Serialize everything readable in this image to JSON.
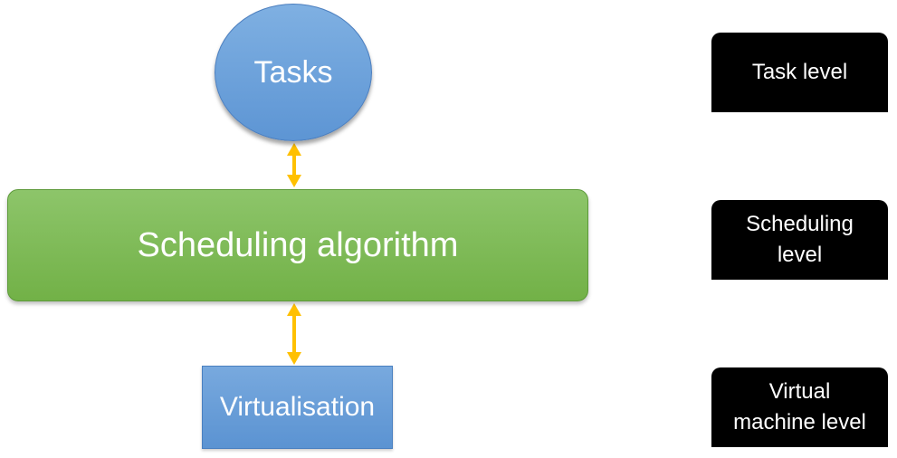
{
  "diagram": {
    "nodes": {
      "tasks": "Tasks",
      "scheduling": "Scheduling algorithm",
      "virtualisation": "Virtualisation"
    },
    "levels": {
      "task": "Task level",
      "scheduling": "Scheduling\nlevel",
      "virtual_machine": "Virtual\nmachine level"
    },
    "colors": {
      "tasks_fill": "#6ea2dc",
      "scheduling_fill": "#7fbb58",
      "virtualisation_fill": "#6a9ed9",
      "arrow": "#ffc000",
      "level_box": "#000000"
    },
    "edges": [
      {
        "from": "tasks",
        "to": "scheduling",
        "type": "bidirectional"
      },
      {
        "from": "scheduling",
        "to": "virtualisation",
        "type": "bidirectional"
      }
    ]
  }
}
